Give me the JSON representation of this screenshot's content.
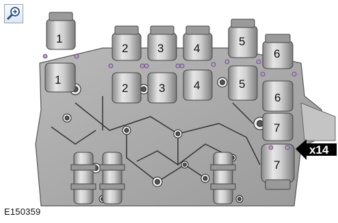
{
  "toolbar": {
    "zoom_icon": "zoom-in-icon"
  },
  "solenoids": {
    "top": [
      "1",
      "2",
      "3",
      "4",
      "5",
      "6"
    ],
    "bottom": [
      "1",
      "2",
      "3",
      "4",
      "5",
      "6",
      "7",
      "7"
    ]
  },
  "callout": {
    "label": "x14"
  },
  "figure": {
    "id": "E150359"
  },
  "colors": {
    "metal_light": "#cfcfcf",
    "metal_dark": "#7a7a7a",
    "bolt": "#b39ac7",
    "callout": "#000000"
  }
}
